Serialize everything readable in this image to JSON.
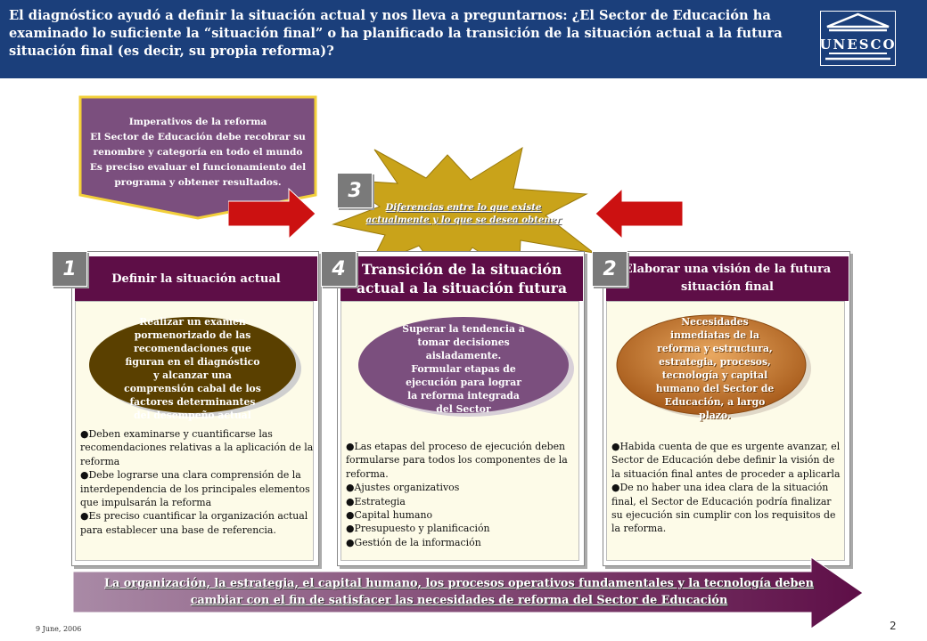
{
  "header": {
    "title": "El diagnóstico ayudó a definir la situación actual y nos lleva a preguntarnos: ¿El Sector de Educación ha examinado lo suficiente la “situación final” o ha planificado la transición de la situación actual a la futura situación final (es decir, su propia reforma)?",
    "logo_text": "UNESCO"
  },
  "imperatives": {
    "lines": [
      "Imperativos de la reforma",
      "El Sector de Educación debe recobrar su",
      "renombre y categoría en todo el mundo",
      "Es preciso evaluar el funcionamiento del",
      "programa y obtener resultados."
    ]
  },
  "gap": {
    "number": "3",
    "lines": [
      "Diferencias entre lo que existe",
      "actualmente y lo que se desea obtener"
    ]
  },
  "panels": [
    {
      "number": "1",
      "title": "Definir la situación actual",
      "oval_lines": [
        "Realizar un examen",
        "pormenorizado de las",
        "recomendaciones que",
        "figuran en el diagnóstico",
        "y alcanzar una",
        "comprensión cabal de los",
        "factores determinantes",
        "del desempeño actual"
      ],
      "bullets": [
        "●Deben examinarse y cuantificarse las recomendaciones relativas a la aplicación de la reforma",
        "●Debe lograrse una clara comprensión de la interdependencia de los principales elementos que impulsarán la reforma",
        "●Es preciso cuantificar la organización actual para establecer una base de referencia."
      ]
    },
    {
      "number": "4",
      "title": "Transición de la situación actual a la situación futura",
      "oval_lines": [
        "Superar la tendencia a",
        "tomar decisiones",
        "aisladamente.",
        "Formular etapas de",
        "ejecución para lograr",
        "la reforma integrada",
        "del Sector"
      ],
      "bullets": [
        "●Las etapas del proceso de ejecución deben formularse para todos los componentes de la reforma.",
        "●Ajustes organizativos",
        "●Estrategia",
        "●Capital humano",
        "●Presupuesto y planificación",
        "●Gestión de la información"
      ]
    },
    {
      "number": "2",
      "title": "Elaborar una visión de la futura situación final",
      "oval_lines": [
        "Necesidades",
        "inmediatas de la",
        "reforma y estructura,",
        "estrategia, procesos,",
        "tecnología y capital",
        "humano del Sector de",
        "Educación, a largo",
        "plazo."
      ],
      "bullets": [
        "●Habida cuenta de que es urgente avanzar, el Sector de Educación debe definir la visión de la situación final antes de proceder a aplicarla",
        "●De no haber una idea clara de la situación final, el Sector de Educación podría finalizar su ejecución sin cumplir con los requisitos de la reforma."
      ]
    }
  ],
  "bottom": {
    "lines": [
      "La organización, la estrategia, el capital humano, los procesos operativos fundamentales y la tecnología deben",
      "cambiar con el fin de satisfacer las necesidades de reforma del Sector de Educación"
    ]
  },
  "footer": {
    "date": "9 June, 2006",
    "page": "2"
  },
  "colors": {
    "header": "#1b3f7b",
    "panel_header": "#5e0e47",
    "imperatives": "#7b4f7e",
    "burst": "#c9a31a",
    "arrow": "#cc1111"
  }
}
